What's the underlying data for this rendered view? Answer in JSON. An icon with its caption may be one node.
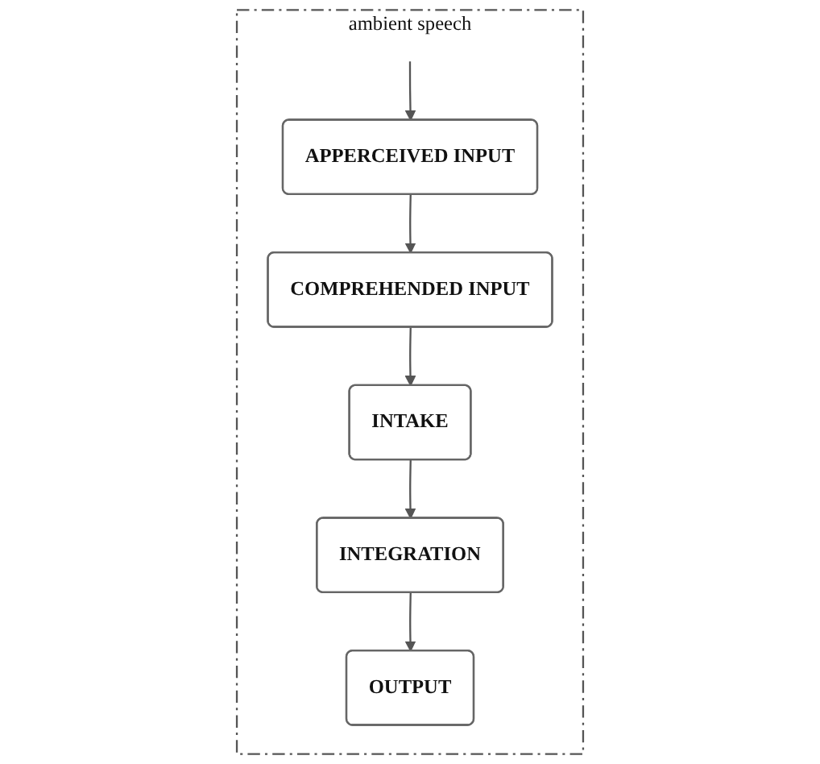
{
  "diagram": {
    "nodes": [
      {
        "text": [
          "ambient speech"
        ]
      },
      {
        "text": [
          "APPERCEIVED INPUT"
        ],
        "in": 0
      },
      {
        "text": [
          "COMPREHENDED INPUT"
        ],
        "in": 0
      },
      {
        "text": [
          "INTAKE"
        ],
        "in": 0
      },
      {
        "text": [
          "INTEGRATION"
        ],
        "in": 0
      },
      {
        "text": [
          "OUTPUT"
        ],
        "in": 0
      }
    ],
    "edges": [
      {
        "from": null,
        "to": 1,
        "arrow": "to"
      },
      {
        "from": 1,
        "to": 2,
        "arrow": "to"
      },
      {
        "from": 2,
        "to": 3,
        "arrow": "to"
      },
      {
        "from": 3,
        "to": 4,
        "arrow": "to"
      },
      {
        "from": 4,
        "to": 5,
        "arrow": "to"
      }
    ]
  }
}
